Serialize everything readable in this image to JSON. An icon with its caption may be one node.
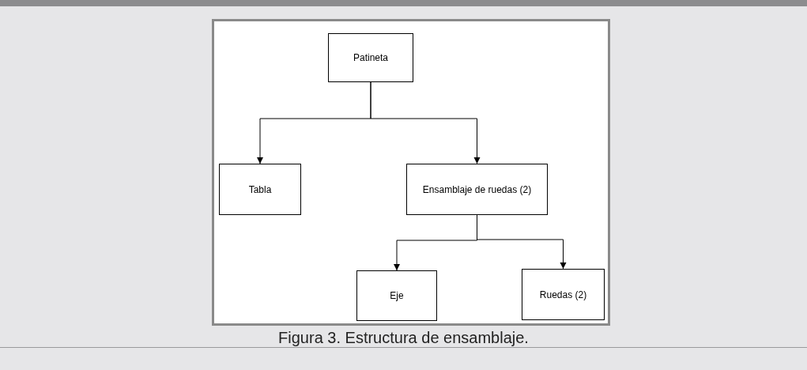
{
  "diagram": {
    "caption": "Figura 3. Estructura de ensamblaje.",
    "nodes": [
      {
        "text": [
          "Patineta"
        ]
      },
      {
        "text": [
          "Tabla"
        ]
      },
      {
        "text": [
          "Ensamblaje de ruedas (2)"
        ]
      },
      {
        "text": [
          "Eje"
        ]
      },
      {
        "text": [
          "Ruedas (2)"
        ]
      }
    ],
    "edges": [
      {
        "from": 0,
        "to": 1,
        "arrow": "to"
      },
      {
        "from": 0,
        "to": 2,
        "arrow": "to"
      },
      {
        "from": 2,
        "to": 3,
        "arrow": "to"
      },
      {
        "from": 2,
        "to": 4,
        "arrow": "to"
      }
    ]
  }
}
